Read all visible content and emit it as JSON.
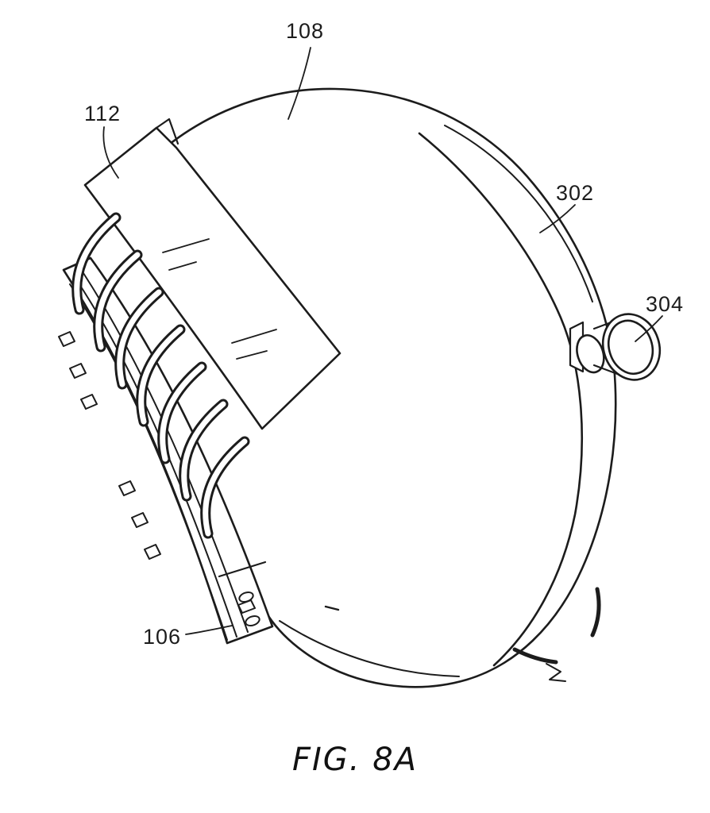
{
  "figure": {
    "caption": "FIG. 8A",
    "labels": {
      "l108": "108",
      "l112": "112",
      "l302": "302",
      "l304": "304",
      "l106": "106"
    }
  },
  "colors": {
    "line": "#1c1c1c",
    "background": "#ffffff"
  }
}
